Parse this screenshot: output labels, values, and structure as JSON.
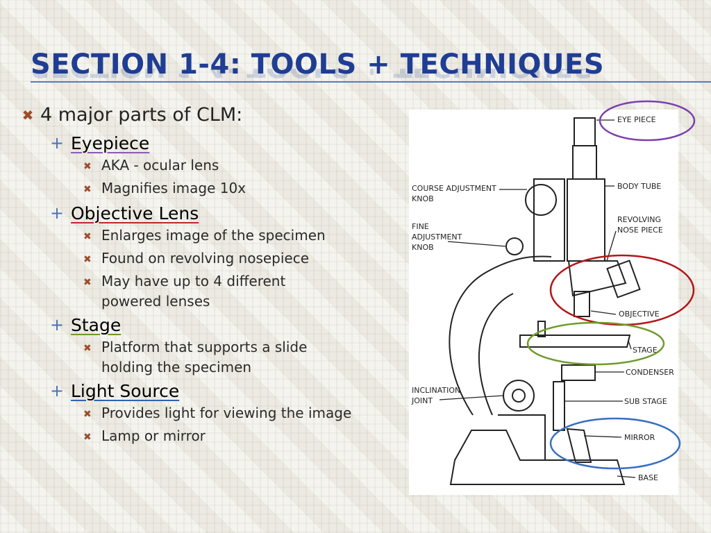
{
  "slide": {
    "title": "SECTION 1-4: TOOLS + TECHNIQUES",
    "main_bullet": "4 major parts of CLM:",
    "parts": [
      {
        "heading": "Eyepiece",
        "items": [
          "AKA - ocular lens",
          "Magnifies image 10x"
        ]
      },
      {
        "heading": "Objective Lens",
        "items": [
          "Enlarges image of the specimen",
          "Found on revolving nosepiece",
          "May have up to 4 different",
          "powered lenses"
        ]
      },
      {
        "heading": "Stage",
        "items": [
          "Platform that supports a slide",
          "holding the specimen"
        ]
      },
      {
        "heading": "Light Source",
        "items": [
          "Provides light for viewing the image",
          "Lamp or mirror"
        ]
      }
    ]
  },
  "diagram": {
    "labels": {
      "eye_piece": "EYE PIECE",
      "body_tube": "BODY TUBE",
      "revolving": "REVOLVING",
      "nose_piece": "NOSE PIECE",
      "objective": "OBJECTIVE",
      "stage": "STAGE",
      "condenser": "CONDENSER",
      "sub_stage": "SUB STAGE",
      "mirror": "MIRROR",
      "base": "BASE",
      "course_1": "COURSE ADJUSTMENT",
      "course_2": "KNOB",
      "fine_1": "FINE",
      "fine_2": "ADJUSTMENT",
      "fine_3": "KNOB",
      "incl_1": "INCLINATION",
      "incl_2": "JOINT"
    },
    "highlight_colors": {
      "eye_piece": "#7b3fae",
      "objective": "#b3161b",
      "stage": "#6f9a2b",
      "mirror": "#3a6fbf"
    }
  }
}
